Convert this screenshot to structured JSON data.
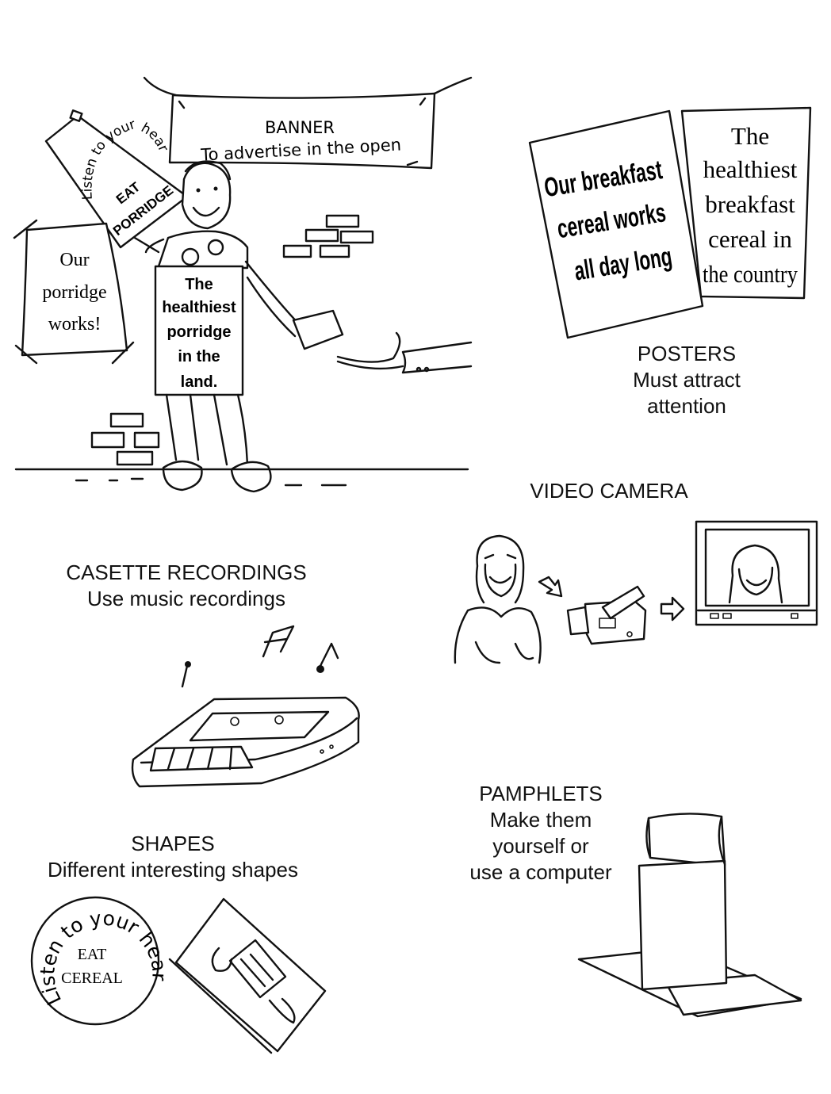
{
  "sections": {
    "banner": {
      "title": "BANNER",
      "subtitle": "To advertise in the open"
    },
    "posters": {
      "title": "POSTERS",
      "line1": "Must attract",
      "line2": "attention"
    },
    "video": {
      "title": "VIDEO CAMERA"
    },
    "cassette": {
      "title": "CASETTE RECORDINGS",
      "subtitle": "Use music recordings"
    },
    "pamphlets": {
      "title": "PAMPHLETS",
      "line1": "Make them",
      "line2": "yourself or",
      "line3": "use a computer"
    },
    "shapes": {
      "title": "SHAPES",
      "subtitle": "Different interesting shapes"
    }
  },
  "street_scene": {
    "placard_top": "Listen to your heart",
    "placard_line1": "EAT",
    "placard_line2": "PORRIDGE",
    "wall_poster": [
      "Our",
      "porridge",
      "works!"
    ],
    "sandwich_board": [
      "The",
      "healthiest",
      "porridge",
      "in the",
      "land."
    ]
  },
  "poster_left": [
    "Our breakfast",
    "cereal works",
    "all day long"
  ],
  "poster_right": [
    "The",
    "healthiest",
    "breakfast",
    "cereal in",
    "the country"
  ],
  "round_sticker": {
    "arc_text": "Listen to your heart",
    "line1": "EAT",
    "line2": "CEREAL"
  }
}
